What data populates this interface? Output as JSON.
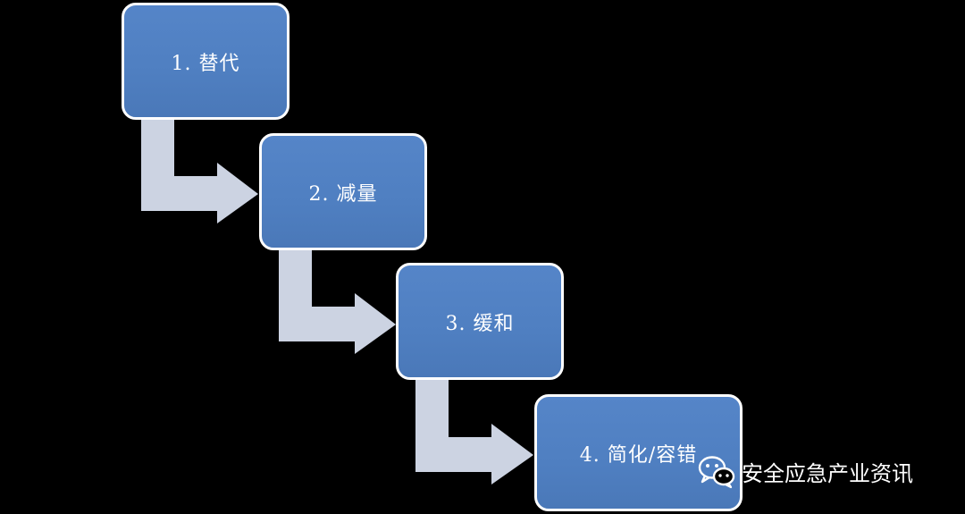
{
  "diagram": {
    "steps": [
      {
        "label": "1. 替代"
      },
      {
        "label": "2. 减量"
      },
      {
        "label": "3. 缓和"
      },
      {
        "label": "4. 简化/容错"
      }
    ]
  },
  "watermark": {
    "icon": "wechat-icon",
    "text": "安全应急产业资讯"
  },
  "colors": {
    "background": "#000000",
    "box_fill": "#4f81bd",
    "box_border": "#ffffff",
    "arrow_fill": "#ccd3e2",
    "label_text": "#ffffff"
  }
}
